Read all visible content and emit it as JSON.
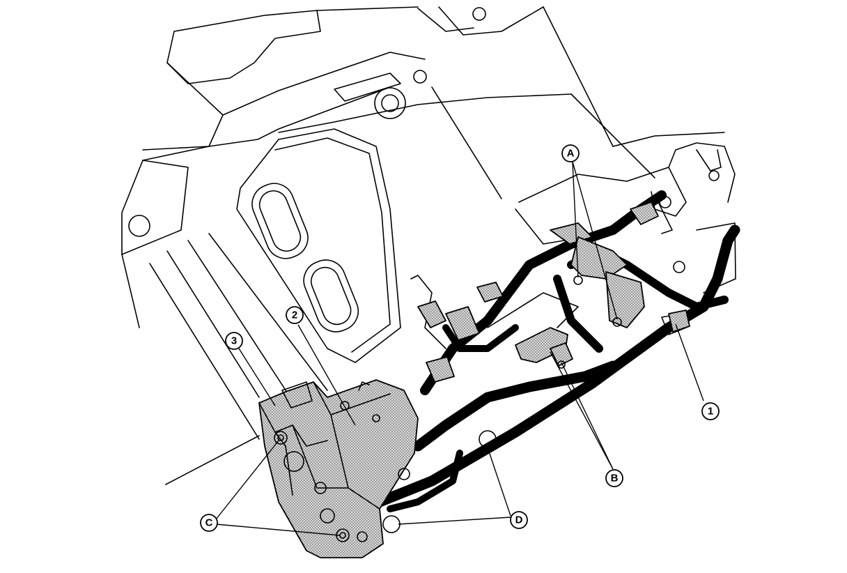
{
  "callouts": {
    "part_1": "1",
    "part_2": "2",
    "part_3": "3",
    "point_a": "A",
    "point_b": "B",
    "point_c": "C",
    "point_d": "D"
  }
}
